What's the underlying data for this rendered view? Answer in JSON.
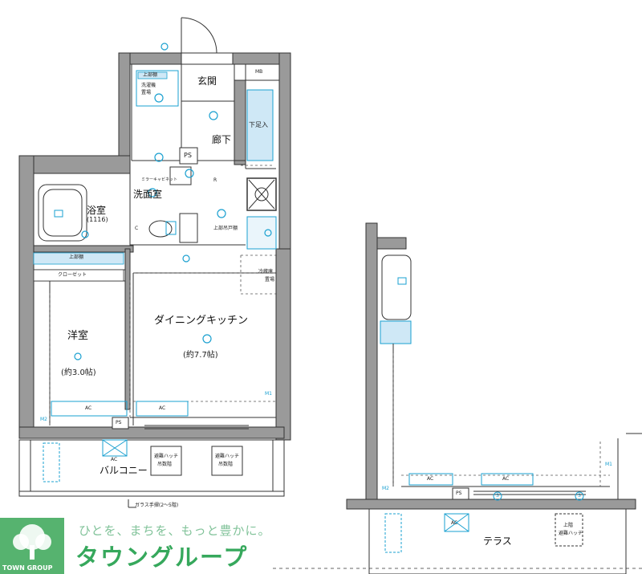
{
  "floor_plan": {
    "rooms": {
      "genkan": "玄関",
      "mb": "MB",
      "geta": "下足入",
      "rouka": "廊下",
      "ps_upper": "PS",
      "senmen": "洗面室",
      "yokushitsu": "浴室",
      "yokushitsu_size": "(1116)",
      "yoshitsu": "洋室",
      "yoshitsu_size": "(約3.0帖)",
      "dk": "ダイニングキッチン",
      "dk_size": "(約7.7帖)",
      "closet": "クローゼット",
      "balcony": "バルコニー",
      "terrace": "テラス",
      "ps_lower": "PS",
      "ps_lower2": "PS"
    },
    "fixtures": {
      "upper_shelf_1": "上部棚",
      "washer_l1": "洗濯機",
      "washer_l2": "置場",
      "mirror_cabinet": "ミラーキャビネット",
      "upper_shelf_2": "上部棚",
      "upper_cabinet": "上部吊戸棚",
      "fridge_l1": "冷蔵庫",
      "fridge_l2": "置場",
      "ac_1": "AC",
      "ac_2": "AC",
      "ac_3": "AC",
      "ac_4": "AC",
      "ac_5": "AC",
      "ac_6": "AC",
      "hatch_1_l1": "避難ハッチ",
      "hatch_1_l2": "吊数階",
      "hatch_2_l1": "避難ハッチ",
      "hatch_2_l2": "吊数階",
      "hatch_3_l1": "上階",
      "hatch_3_l2": "避難ハッチ",
      "glass_rail": "ガラス手摺(2〜5階)",
      "c_mark": "C",
      "r_mark": "R",
      "m2_mark": "M2",
      "m2_mark_2": "M2",
      "m1_mark": "M1",
      "m1_mark_2": "M1",
      "s_mark_1": "S",
      "s_mark_2": "S"
    }
  },
  "logo": {
    "tagline": "ひとを、まちを、もっと豊かに。",
    "name": "タウングループ",
    "box_text": "TOWN GROUP"
  },
  "colors": {
    "wall": "#9a9a9a",
    "line": "#333333",
    "fixture_blue": "#1aa0d0",
    "shelf_blue": "#cfe8f6",
    "logo_green": "#36a85c"
  }
}
